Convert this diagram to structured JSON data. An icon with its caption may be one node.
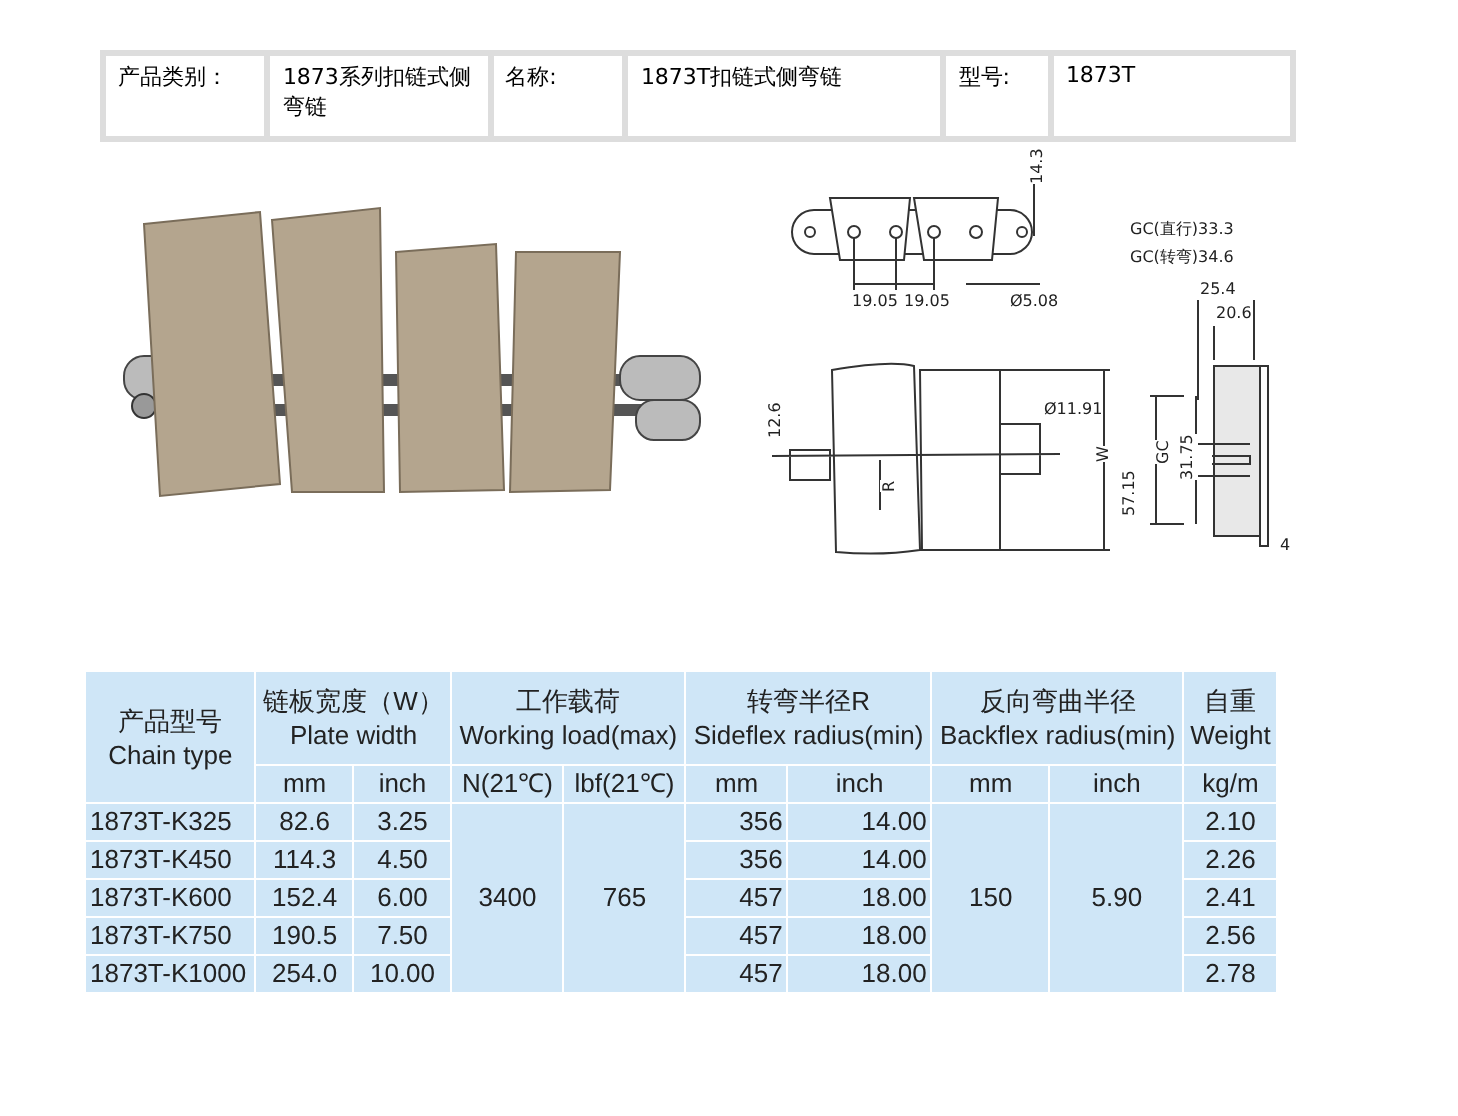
{
  "diagram": {
    "labels": [
      "产品类别：",
      "1873系列扣链式侧弯链",
      "名称:",
      "1873T扣链式侧弯链",
      "型号:",
      "1873T",
      "14.3",
      "19.05",
      "19.05",
      "Ø5.08",
      "GC(直行)33.3",
      "GC(转弯)34.6",
      "25.4",
      "20.6",
      "Ø11.91",
      "12.6",
      "R",
      "W",
      "57.15",
      "GC",
      "31.75",
      "4",
      "产品型号",
      "Chain type",
      "链板宽度（W）",
      "Plate width",
      "工作载荷",
      "Working load(max)",
      "转弯半径R",
      "Sideflex radius(min)",
      "反向弯曲半径",
      "Backflex radius(min)",
      "自重",
      "Weight",
      "mm",
      "inch",
      "N(21℃)",
      "lbf(21℃)",
      "mm",
      "inch",
      "mm",
      "inch",
      "kg/m",
      "1873T-K325",
      "82.6",
      "3.25",
      "3400",
      "765",
      "356",
      "14.00",
      "150",
      "5.90",
      "2.10",
      "1873T-K450",
      "114.3",
      "4.50",
      "356",
      "14.00",
      "2.26",
      "1873T-K600",
      "152.4",
      "6.00",
      "457",
      "18.00",
      "2.41",
      "1873T-K750",
      "190.5",
      "7.50",
      "457",
      "18.00",
      "2.56",
      "1873T-K1000",
      "254.0",
      "10.00",
      "457",
      "18.00",
      "2.78"
    ]
  }
}
